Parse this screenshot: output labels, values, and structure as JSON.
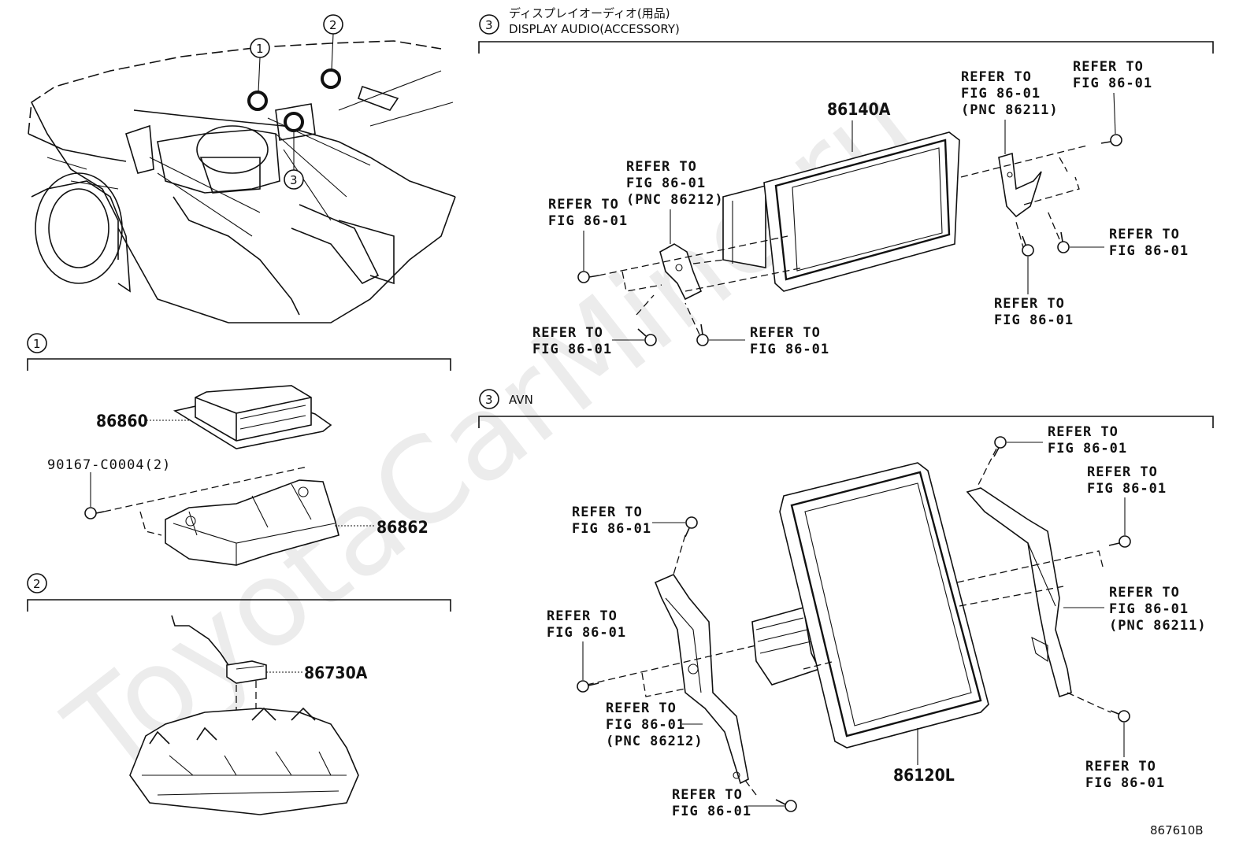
{
  "header_accessory_jp": "ディスプレイオーディオ(用品)",
  "header_accessory_en": "DISPLAY AUDIO(ACCESSORY)",
  "header_avn": "AVN",
  "callouts": {
    "c1": "1",
    "c2": "2",
    "c3": "3"
  },
  "parts": {
    "p86140A": "86140A",
    "p86860": "86860",
    "p90167": "90167-C0004(2)",
    "p86862": "86862",
    "p86730A": "86730A",
    "p86120L": "86120L"
  },
  "refs": {
    "l1": "REFER TO",
    "l2": "FIG 86-01",
    "pnc86211": "(PNC 86211)",
    "pnc86212": "(PNC 86212)"
  },
  "watermark": "ToyotaCarMine.ru",
  "fig_code": "867610B"
}
